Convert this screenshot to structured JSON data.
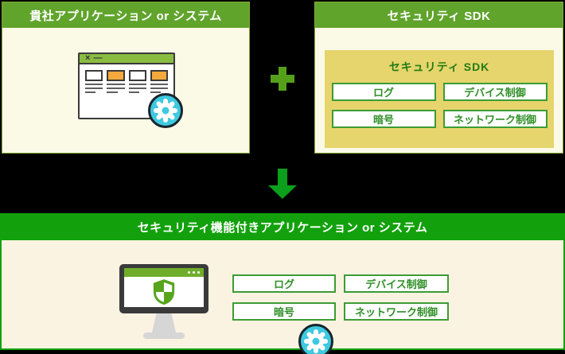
{
  "top_left": {
    "title": "貴社アプリケーション or システム",
    "window": {
      "close_glyph": "×",
      "minimize_glyph": "—"
    }
  },
  "top_right": {
    "title": "セキュリティ SDK",
    "sdk_panel": {
      "label": "セキュリティ SDK",
      "modules": [
        "ログ",
        "デバイス制御",
        "暗号",
        "ネットワーク制御"
      ]
    }
  },
  "bottom": {
    "title": "セキュリティ機能付きアプリケーション or システム",
    "modules": [
      "ログ",
      "デバイス制御",
      "暗号",
      "ネットワーク制御"
    ]
  },
  "icons": {
    "plus": "plus-icon",
    "arrow_down": "arrow-down-icon",
    "gear": "gear-icon",
    "shield": "shield-icon",
    "browser_close": "close-icon",
    "browser_minimize": "minimize-icon",
    "monitor_dots": "window-dots-icon"
  },
  "colors": {
    "background": "#000000",
    "header_olive_green": "#60a42c",
    "bottom_header_green": "#12a10c",
    "panel_cream_top": "#fbfae7",
    "panel_cream_bottom": "#fbf3e1",
    "sdk_panel_yellow": "#e6d46d",
    "chip_border_green": "#3d9c35",
    "chip_text_green": "#2f8f27",
    "plus_green": "#55a019",
    "arrow_green": "#0ba01b",
    "accent_orange": "#f4a93c",
    "gear_cyan": "#3ec9e0",
    "shield_green": "#56a51c",
    "outline_dark": "#3a3a3a"
  }
}
